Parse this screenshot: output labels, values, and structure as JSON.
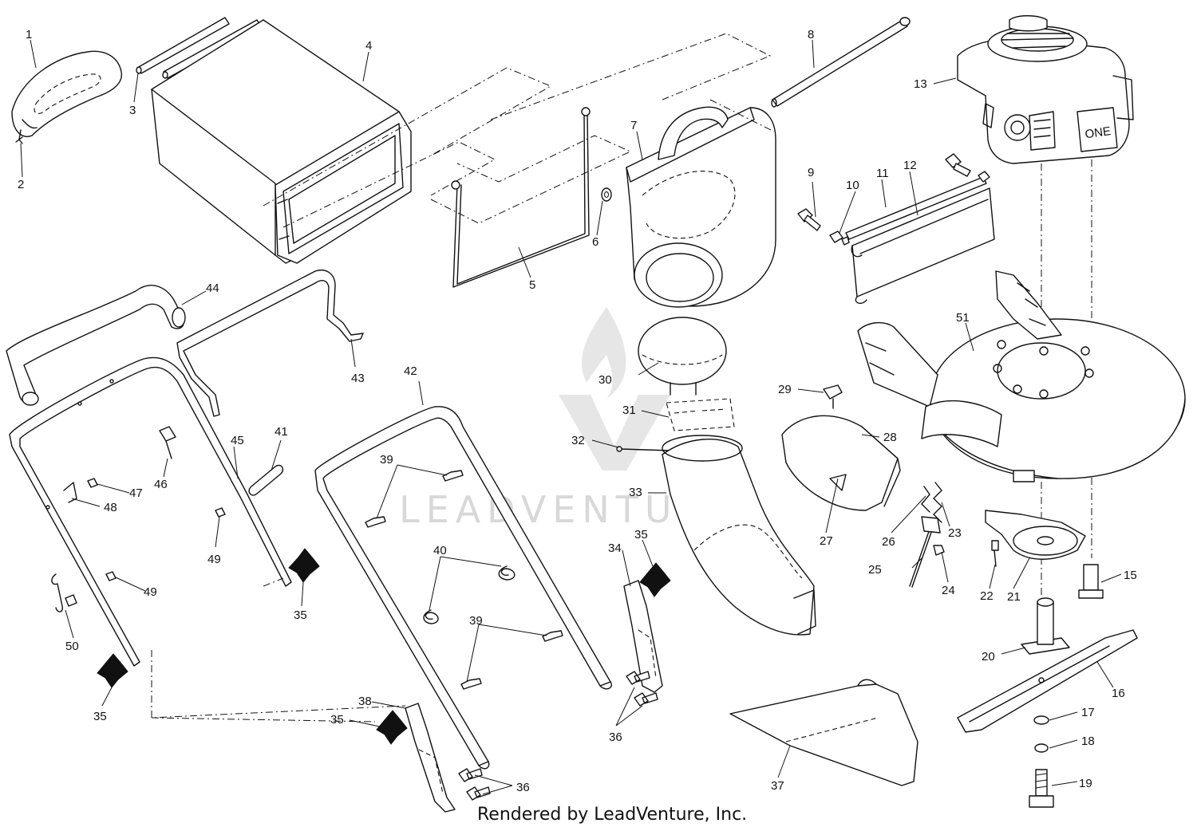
{
  "watermark": "LEADVENTURE",
  "credit": "Rendered by LeadVenture, Inc.",
  "engine_brand": "ONE",
  "callouts": [
    "1",
    "2",
    "3",
    "4",
    "5",
    "6",
    "7",
    "8",
    "9",
    "10",
    "11",
    "12",
    "13",
    "15",
    "16",
    "17",
    "18",
    "19",
    "20",
    "21",
    "22",
    "23",
    "24",
    "25",
    "26",
    "27",
    "28",
    "29",
    "30",
    "31",
    "32",
    "33",
    "34",
    "35",
    "35",
    "35",
    "35",
    "35",
    "36",
    "36",
    "37",
    "38",
    "39",
    "39",
    "40",
    "41",
    "42",
    "43",
    "44",
    "45",
    "46",
    "47",
    "48",
    "49",
    "49",
    "50",
    "51"
  ]
}
